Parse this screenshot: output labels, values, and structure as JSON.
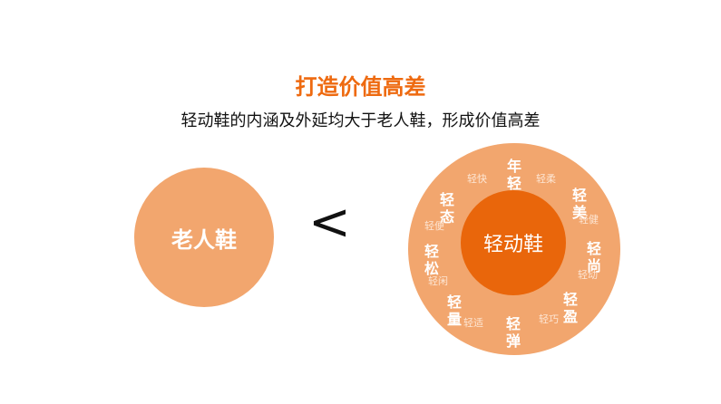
{
  "title": "打造价值高差",
  "subtitle": "轻动鞋的内涵及外延均大于老人鞋，形成价值高差",
  "left": {
    "label": "老人鞋"
  },
  "operator": "<",
  "right": {
    "center": "轻动鞋",
    "big_labels": [
      "年轻",
      "轻美",
      "轻尚",
      "轻盈",
      "轻弹",
      "轻量",
      "轻松",
      "轻态"
    ],
    "small_labels": [
      "轻快",
      "轻柔",
      "轻健",
      "轻动",
      "轻巧",
      "轻适",
      "轻闲",
      "轻便"
    ]
  },
  "colors": {
    "accent": "#ee6a10",
    "light": "#f2a66e",
    "core": "#e9660b"
  }
}
